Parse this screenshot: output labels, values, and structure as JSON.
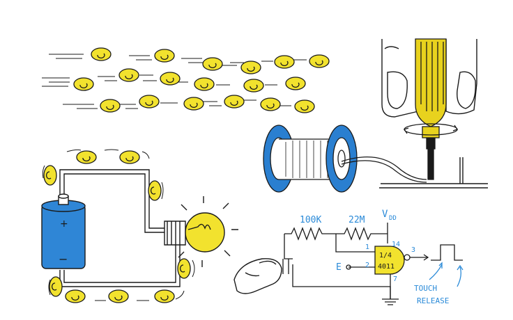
{
  "colors": {
    "ink": "#1a1a1a",
    "electron": "#f2e22e",
    "battery": "#2f86d6",
    "bulb": "#f2e22e",
    "tool": "#e8d21e",
    "spool": "#2a7fd0",
    "circuit_label": "#2a8ad8"
  },
  "icons": {
    "electron": "electron-icon",
    "battery": "battery-icon",
    "bulb": "light-bulb-icon",
    "hand": "hand-icon",
    "finger": "finger-icon",
    "screwdriver": "screwdriver-icon",
    "spool": "wire-spool-icon"
  },
  "battery": {
    "plus": "+",
    "minus": "−"
  },
  "circuit": {
    "r1": "100K",
    "r2": "22M",
    "vdd_main": "V",
    "vdd_sub": "DD",
    "pin1": "1",
    "pin2": "2",
    "pin3": "3",
    "pin7": "7",
    "pin14": "14",
    "fraction": "1/4",
    "chip": "4011",
    "input_e": "E",
    "touch": "TOUCH",
    "release": "RELEASE"
  }
}
